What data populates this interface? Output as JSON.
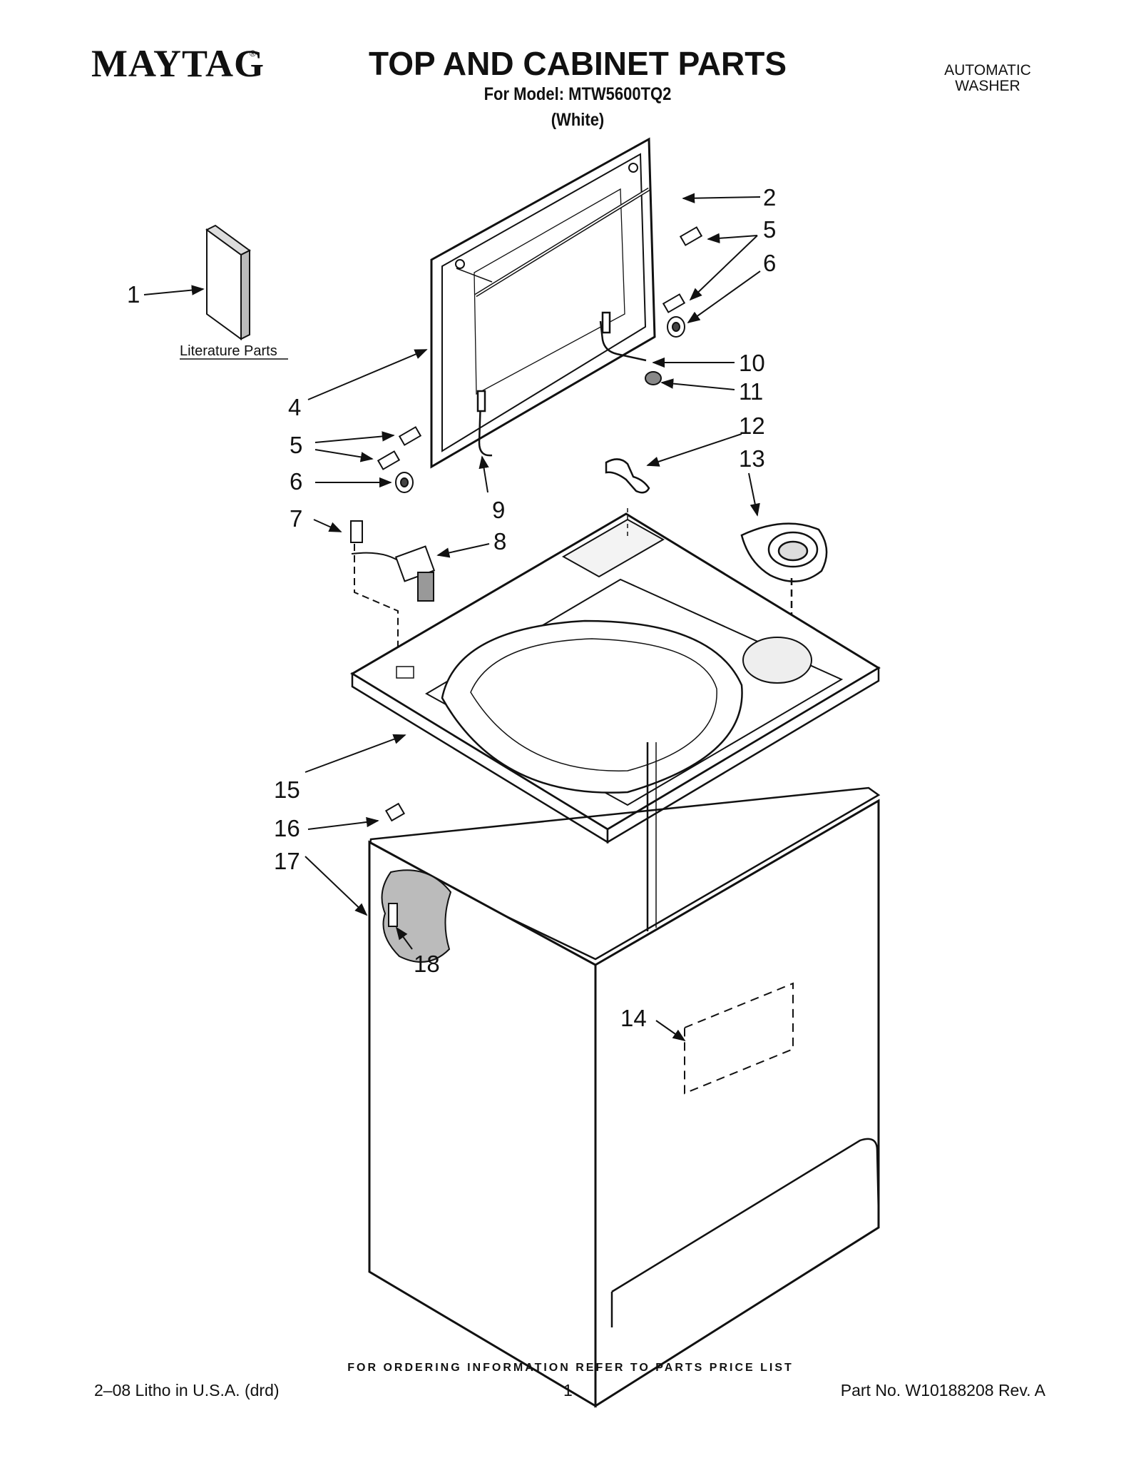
{
  "header": {
    "brand": "MAYTAG",
    "brand_mark": "®",
    "title": "TOP AND CABINET PARTS",
    "model_line": "For Model: MTW5600TQ2",
    "color_line": "(White)",
    "product_line1": "AUTOMATIC",
    "product_line2": "WASHER"
  },
  "diagram": {
    "literature_label": "Literature Parts",
    "callouts": [
      "1",
      "2",
      "5",
      "6",
      "4",
      "5",
      "6",
      "10",
      "11",
      "12",
      "13",
      "9",
      "7",
      "8",
      "15",
      "16",
      "17",
      "18",
      "14"
    ]
  },
  "footer": {
    "ordering_note": "FOR ORDERING INFORMATION REFER TO PARTS PRICE LIST",
    "litho": "2–08 Litho in U.S.A. (drd)",
    "page_number": "1",
    "part_number": "Part No. W10188208 Rev. A"
  }
}
